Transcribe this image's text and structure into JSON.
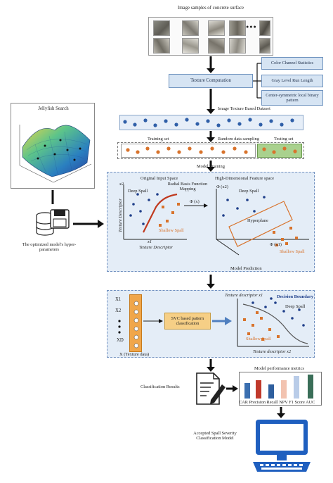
{
  "header": {
    "image_samples": "Image samples of concrete surface",
    "dots": "●●●"
  },
  "texture": {
    "computation": "Texture Computation",
    "features": [
      "Color Channel Statistics",
      "Gray Level Run Length",
      "Center-symmetric local binary pattern"
    ]
  },
  "dataset": {
    "title": "Image Texture Based Dataset",
    "sampling": "Random data sampling",
    "training": "Training set",
    "testing": "Testing set"
  },
  "jellyfish": {
    "title": "Jellyfish Search",
    "params_label": "The optimized model's hyper-parameters"
  },
  "model_training": {
    "title": "Model Training",
    "original_space": "Original Input Space",
    "rbf": "Radial Basis Function Mapping",
    "phi_x": "Φ (x)",
    "high_dim": "High-Dimensional Feature space",
    "deep_spall": "Deep Spall",
    "shallow_spall": "Shallow Spall",
    "hyperplane": "Hyperplane",
    "texture_descriptor": "Texture Descriptor",
    "x1": "x1",
    "x2": "x2",
    "phi_x1": "Φ (x1)",
    "phi_x2": "Φ (x2)",
    "model_prediction": "Model Prediction"
  },
  "prediction": {
    "x1": "X1",
    "x2": "X2",
    "xd": "XD",
    "texture_data": "X (Texture data)",
    "svc": "SVC based pattern classification",
    "descriptor_x1": "Texture descriptor x1",
    "descriptor_x2": "Texture descriptor x2",
    "decision_boundary": "Decision Boundary",
    "deep_spall": "Deep Spall",
    "shallow_spall": "Shallow Spall"
  },
  "results": {
    "classification_results": "Classification Results",
    "metrics_title": "Model performance metrics",
    "metrics": [
      "CAR",
      "Precision",
      "Recall",
      "NPV",
      "F1 Score",
      "AUC"
    ],
    "metric_colors": [
      "#3b6fb0",
      "#c0392b",
      "#2f5f9e",
      "#f2c3b0",
      "#b9cce8",
      "#3a6e58"
    ],
    "accepted_model": "Accepted Spall Severity Classification Model"
  },
  "colors": {
    "panel": "#e4edf7",
    "feature_box": "#d6e4f3",
    "blue_dot": "#2f5fa8",
    "orange_dot": "#d8732c",
    "testing_bg": "#a9d18e",
    "red_curve": "#c0391e"
  }
}
